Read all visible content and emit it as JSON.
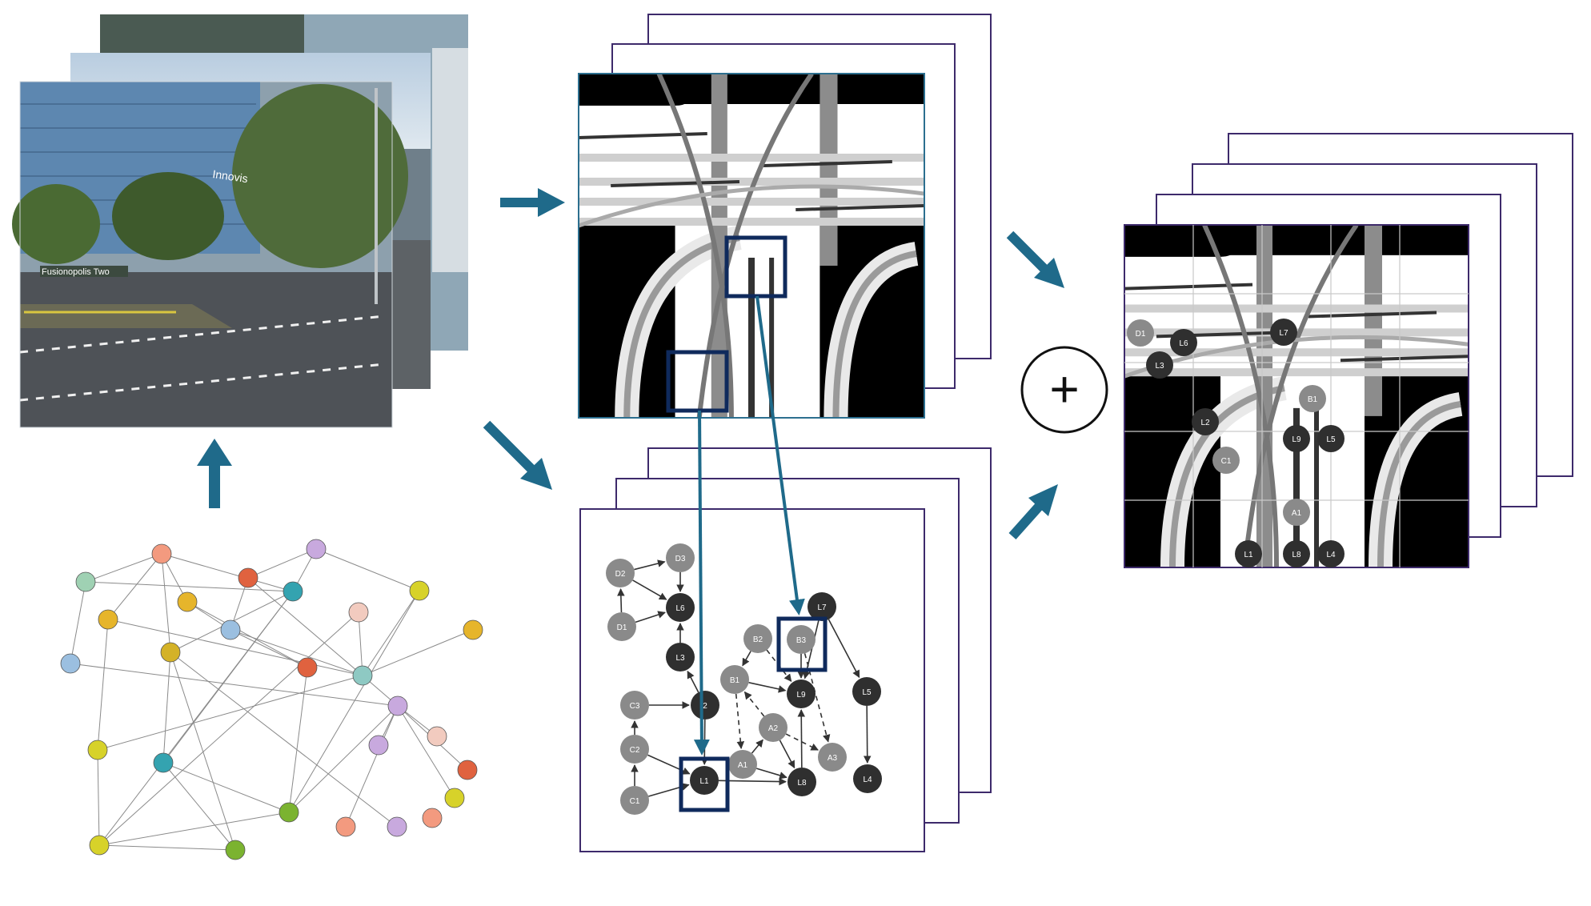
{
  "colors": {
    "arrow": "#1f6a8a",
    "highlight_box": "#0f2a5c",
    "frame_stroke": "#3d2a6b",
    "map_border": "#2c6f8f",
    "node_light": "#8a8a8a",
    "node_dark": "#2f2f2f"
  },
  "camera": {
    "sign_text": "Fusionopolis Two",
    "building_text": "Innovis"
  },
  "combine_symbol": "+",
  "scene_graph": {
    "nodes": [
      {
        "id": "D3",
        "shade": "light"
      },
      {
        "id": "D2",
        "shade": "light"
      },
      {
        "id": "D1",
        "shade": "light"
      },
      {
        "id": "L6",
        "shade": "dark"
      },
      {
        "id": "L3",
        "shade": "dark"
      },
      {
        "id": "L7",
        "shade": "dark"
      },
      {
        "id": "B2",
        "shade": "light"
      },
      {
        "id": "B3",
        "shade": "light"
      },
      {
        "id": "B1",
        "shade": "light"
      },
      {
        "id": "L9",
        "shade": "dark"
      },
      {
        "id": "L5",
        "shade": "dark"
      },
      {
        "id": "C3",
        "shade": "light"
      },
      {
        "id": "2",
        "shade": "dark"
      },
      {
        "id": "A2",
        "shade": "light"
      },
      {
        "id": "C2",
        "shade": "light"
      },
      {
        "id": "A1",
        "shade": "light"
      },
      {
        "id": "A3",
        "shade": "light"
      },
      {
        "id": "L1",
        "shade": "dark"
      },
      {
        "id": "L8",
        "shade": "dark"
      },
      {
        "id": "L4",
        "shade": "dark"
      },
      {
        "id": "C1",
        "shade": "light"
      }
    ],
    "edges": [
      [
        "D2",
        "D3",
        "solid"
      ],
      [
        "D1",
        "D2",
        "solid"
      ],
      [
        "D2",
        "L6",
        "solid"
      ],
      [
        "D3",
        "L6",
        "solid"
      ],
      [
        "D1",
        "L6",
        "solid"
      ],
      [
        "L3",
        "L6",
        "solid"
      ],
      [
        "2",
        "L3",
        "solid"
      ],
      [
        "C3",
        "2",
        "solid"
      ],
      [
        "C2",
        "C3",
        "solid"
      ],
      [
        "C1",
        "C2",
        "solid"
      ],
      [
        "C2",
        "L1",
        "solid"
      ],
      [
        "C1",
        "L1",
        "solid"
      ],
      [
        "L1",
        "L8",
        "solid"
      ],
      [
        "A1",
        "L8",
        "solid"
      ],
      [
        "A1",
        "A2",
        "solid"
      ],
      [
        "A2",
        "L8",
        "solid"
      ],
      [
        "A2",
        "A3",
        "dashed"
      ],
      [
        "A2",
        "B1",
        "dashed"
      ],
      [
        "B1",
        "L9",
        "solid"
      ],
      [
        "B2",
        "L9",
        "dashed"
      ],
      [
        "B2",
        "B1",
        "solid"
      ],
      [
        "B3",
        "L9",
        "solid"
      ],
      [
        "L7",
        "L9",
        "solid"
      ],
      [
        "L7",
        "L5",
        "solid"
      ],
      [
        "L5",
        "L4",
        "solid"
      ],
      [
        "L8",
        "L9",
        "solid"
      ],
      [
        "B3",
        "A3",
        "dashed"
      ],
      [
        "B1",
        "A1",
        "dashed"
      ],
      [
        "2",
        "L1",
        "solid"
      ]
    ]
  },
  "overlay_nodes": [
    {
      "id": "D1",
      "shade": "light"
    },
    {
      "id": "L6",
      "shade": "dark"
    },
    {
      "id": "L3",
      "shade": "dark"
    },
    {
      "id": "L7",
      "shade": "dark"
    },
    {
      "id": "B1",
      "shade": "light"
    },
    {
      "id": "L2",
      "shade": "dark"
    },
    {
      "id": "L9",
      "shade": "dark"
    },
    {
      "id": "L5",
      "shade": "dark"
    },
    {
      "id": "C1",
      "shade": "light"
    },
    {
      "id": "A1",
      "shade": "light"
    },
    {
      "id": "L1",
      "shade": "dark"
    },
    {
      "id": "L8",
      "shade": "dark"
    },
    {
      "id": "L4",
      "shade": "dark"
    }
  ]
}
